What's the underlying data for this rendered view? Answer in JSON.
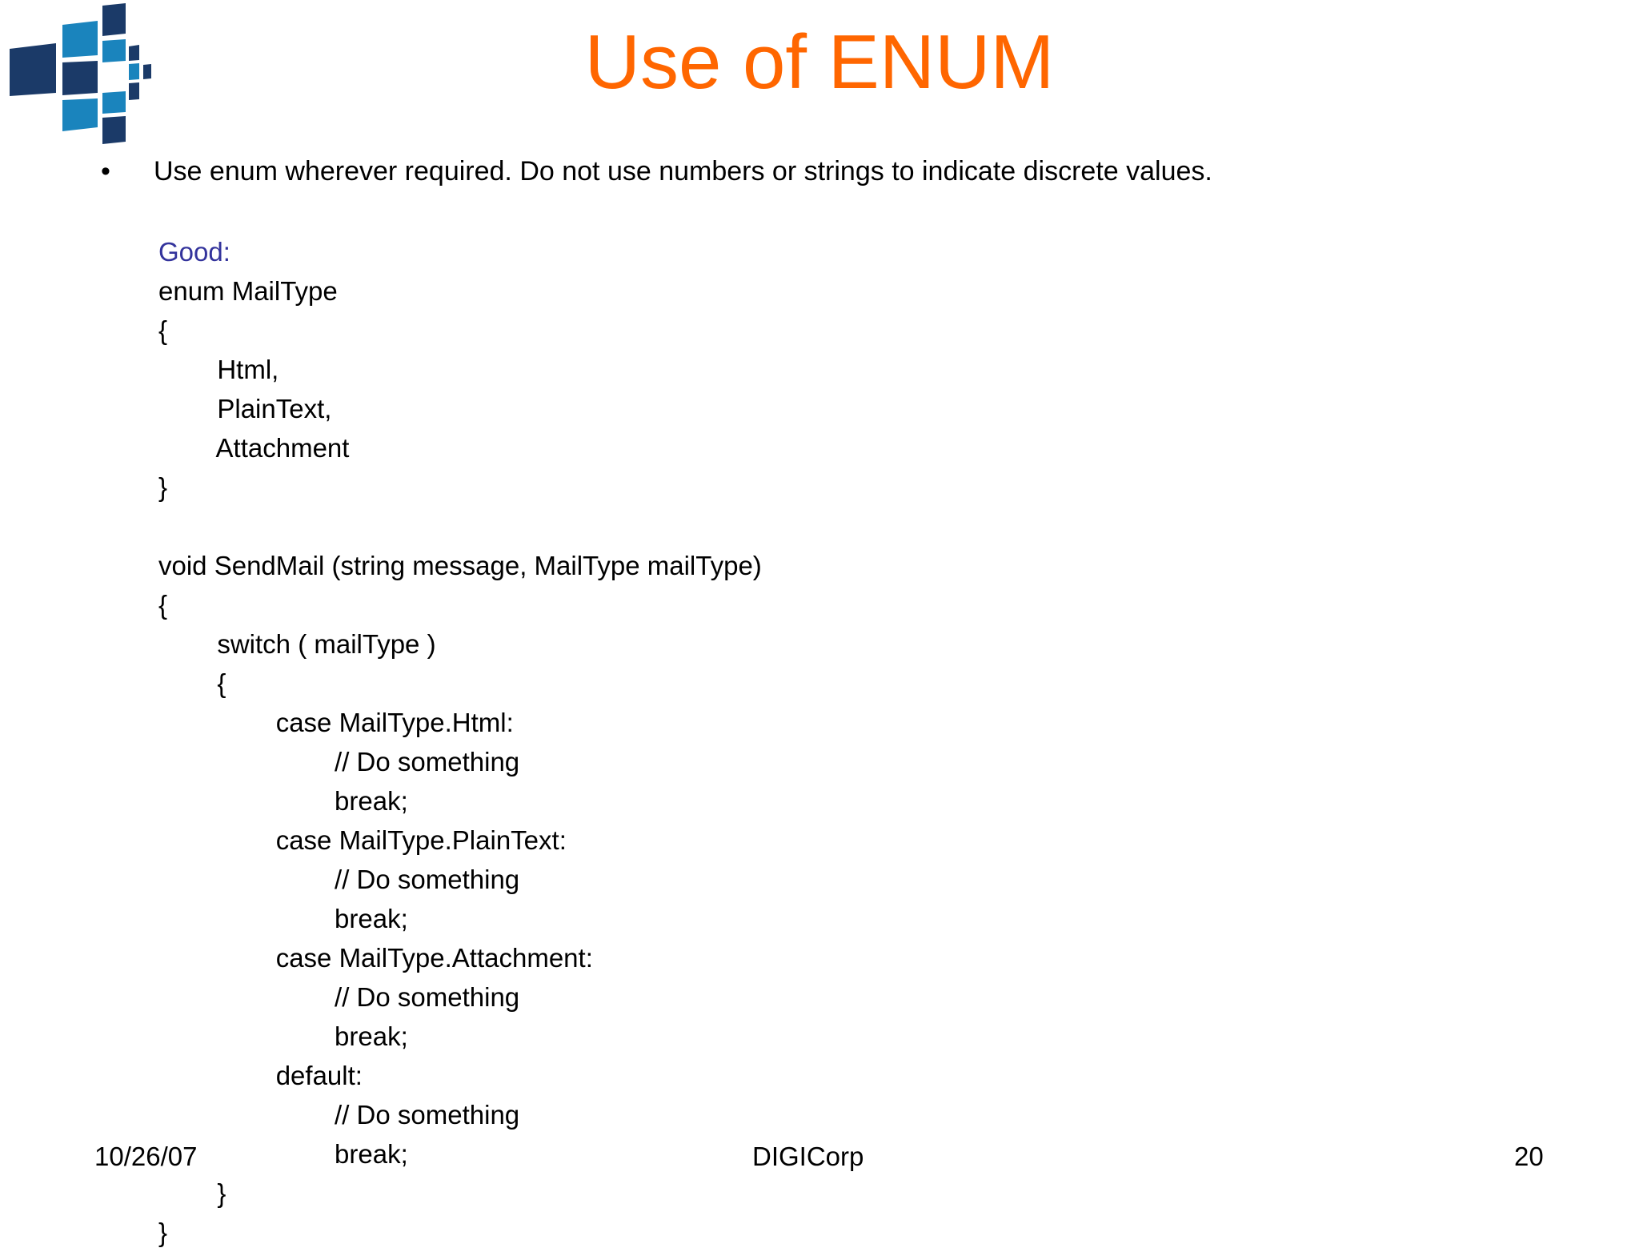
{
  "slide": {
    "title": "Use of ENUM",
    "title_color": "#ff6600",
    "background_color": "#ffffff"
  },
  "logo": {
    "name": "digicorp-logo",
    "dark_blue": "#1b3a68",
    "light_blue": "#1a84bd"
  },
  "bullets": [
    {
      "marker": "•",
      "text": "Use enum wherever required. Do not use numbers or strings to indicate discrete values."
    }
  ],
  "code": {
    "label_color": "#33339c",
    "lines": [
      {
        "text": "Good:",
        "style": "good"
      },
      {
        "text": "enum MailType",
        "style": "plain"
      },
      {
        "text": "{",
        "style": "plain"
      },
      {
        "text": "        Html,",
        "style": "plain"
      },
      {
        "text": "        PlainText,",
        "style": "plain"
      },
      {
        "text": "        Attachment",
        "style": "plain"
      },
      {
        "text": "}",
        "style": "plain"
      },
      {
        "text": "",
        "style": "blank"
      },
      {
        "text": "void SendMail (string message, MailType mailType)",
        "style": "plain"
      },
      {
        "text": "{",
        "style": "plain"
      },
      {
        "text": "        switch ( mailType )",
        "style": "plain"
      },
      {
        "text": "        {",
        "style": "plain"
      },
      {
        "text": "                case MailType.Html:",
        "style": "plain"
      },
      {
        "text": "                        // Do something",
        "style": "plain"
      },
      {
        "text": "                        break;",
        "style": "plain"
      },
      {
        "text": "                case MailType.PlainText:",
        "style": "plain"
      },
      {
        "text": "                        // Do something",
        "style": "plain"
      },
      {
        "text": "                        break;",
        "style": "plain"
      },
      {
        "text": "                case MailType.Attachment:",
        "style": "plain"
      },
      {
        "text": "                        // Do something",
        "style": "plain"
      },
      {
        "text": "                        break;",
        "style": "plain"
      },
      {
        "text": "                default:",
        "style": "plain"
      },
      {
        "text": "                        // Do something",
        "style": "plain"
      },
      {
        "text": "                        break;",
        "style": "plain"
      },
      {
        "text": "        }",
        "style": "plain"
      },
      {
        "text": "}",
        "style": "plain"
      }
    ]
  },
  "footer": {
    "date": "10/26/07",
    "company": "DIGICorp",
    "page_number": "20"
  }
}
